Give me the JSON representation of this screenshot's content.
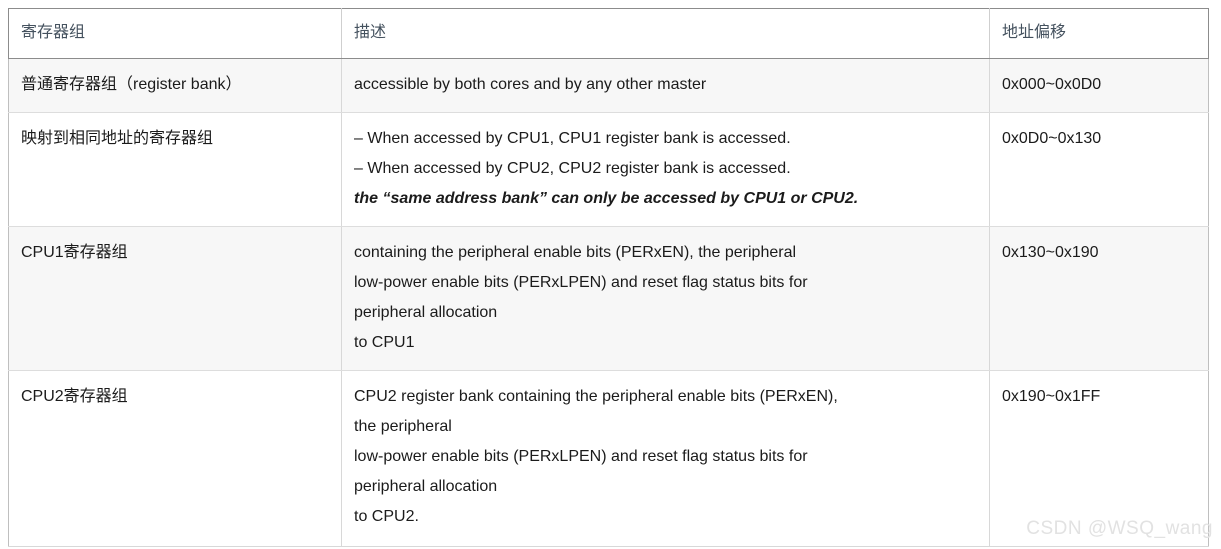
{
  "table": {
    "headers": [
      "寄存器组",
      "描述",
      "地址偏移"
    ],
    "rows": [
      {
        "name": "普通寄存器组（register bank）",
        "desc_lines": [
          {
            "text": "accessible by both cores and by any other master",
            "italic": false
          }
        ],
        "address": "0x000~0x0D0"
      },
      {
        "name": "映射到相同地址的寄存器组",
        "desc_lines": [
          {
            "text": "– When accessed by CPU1, CPU1 register bank is accessed.",
            "italic": false
          },
          {
            "text": "– When accessed by CPU2, CPU2 register bank is accessed.",
            "italic": false
          },
          {
            "text": "the “same address bank” can only be accessed by CPU1 or CPU2.",
            "italic": true
          }
        ],
        "address": "0x0D0~0x130"
      },
      {
        "name": "CPU1寄存器组",
        "desc_lines": [
          {
            "text": "containing the peripheral enable bits (PERxEN), the peripheral",
            "italic": false
          },
          {
            "text": "low-power enable bits (PERxLPEN) and reset flag status bits for",
            "italic": false
          },
          {
            "text": "peripheral allocation",
            "italic": false
          },
          {
            "text": "to CPU1",
            "italic": false
          }
        ],
        "address": "0x130~0x190"
      },
      {
        "name": "CPU2寄存器组",
        "desc_lines": [
          {
            "text": "CPU2 register bank containing the peripheral enable bits (PERxEN),",
            "italic": false
          },
          {
            "text": "the peripheral",
            "italic": false
          },
          {
            "text": "low-power enable bits (PERxLPEN) and reset flag status bits for",
            "italic": false
          },
          {
            "text": "peripheral allocation",
            "italic": false
          },
          {
            "text": "to CPU2.",
            "italic": false
          }
        ],
        "address": "0x190~0x1FF"
      }
    ]
  },
  "watermark": {
    "text": "CSDN @WSQ_wang"
  },
  "colors": {
    "header_border": "#8c8c8c",
    "row_divider": "#dddddd",
    "stripe_background": "#f7f7f7",
    "name_text": "#5b6673",
    "body_text": "#1b1b1b",
    "watermark_text": "#e2e2e2"
  }
}
